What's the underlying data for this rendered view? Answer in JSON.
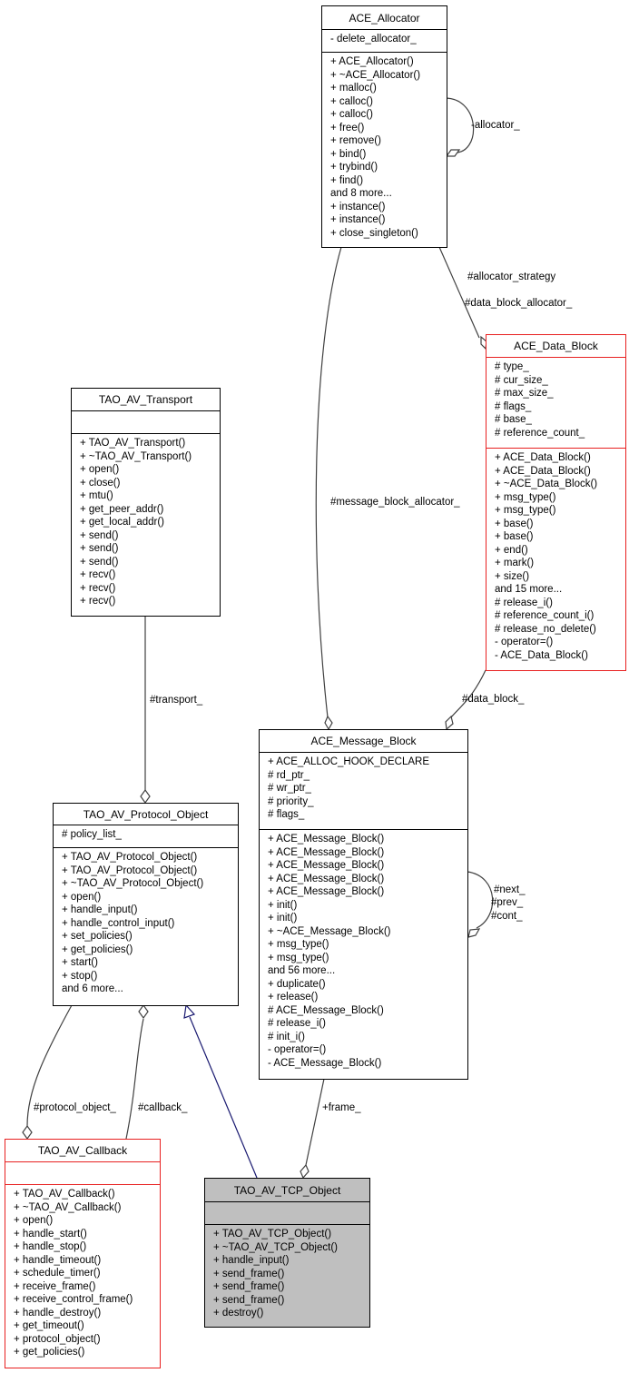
{
  "diagram": {
    "type": "collaboration-diagram",
    "classes": {
      "ace_allocator": {
        "name": "ACE_Allocator",
        "attributes": [
          "- delete_allocator_"
        ],
        "methods": [
          "+ ACE_Allocator()",
          "+ ~ACE_Allocator()",
          "+ malloc()",
          "+ calloc()",
          "+ calloc()",
          "+ free()",
          "+ remove()",
          "+ bind()",
          "+ trybind()",
          "+ find()",
          "and 8 more...",
          "+ instance()",
          "+ instance()",
          "+ close_singleton()"
        ]
      },
      "ace_data_block": {
        "name": "ACE_Data_Block",
        "attributes": [
          "# type_",
          "# cur_size_",
          "# max_size_",
          "# flags_",
          "# base_",
          "# reference_count_"
        ],
        "methods": [
          "+ ACE_Data_Block()",
          "+ ACE_Data_Block()",
          "+ ~ACE_Data_Block()",
          "+ msg_type()",
          "+ msg_type()",
          "+ base()",
          "+ base()",
          "+ end()",
          "+ mark()",
          "+ size()",
          "and 15 more...",
          "# release_i()",
          "# reference_count_i()",
          "# release_no_delete()",
          "- operator=()",
          "- ACE_Data_Block()"
        ]
      },
      "tao_av_transport": {
        "name": "TAO_AV_Transport",
        "attributes": [],
        "methods": [
          "+ TAO_AV_Transport()",
          "+ ~TAO_AV_Transport()",
          "+ open()",
          "+ close()",
          "+ mtu()",
          "+ get_peer_addr()",
          "+ get_local_addr()",
          "+ send()",
          "+ send()",
          "+ send()",
          "+ recv()",
          "+ recv()",
          "+ recv()"
        ]
      },
      "ace_message_block": {
        "name": "ACE_Message_Block",
        "attributes": [
          "+ ACE_ALLOC_HOOK_DECLARE",
          "# rd_ptr_",
          "# wr_ptr_",
          "# priority_",
          "# flags_"
        ],
        "methods": [
          "+ ACE_Message_Block()",
          "+ ACE_Message_Block()",
          "+ ACE_Message_Block()",
          "+ ACE_Message_Block()",
          "+ ACE_Message_Block()",
          "+ init()",
          "+ init()",
          "+ ~ACE_Message_Block()",
          "+ msg_type()",
          "+ msg_type()",
          "and 56 more...",
          "+ duplicate()",
          "+ release()",
          "# ACE_Message_Block()",
          "# release_i()",
          "# init_i()",
          "- operator=()",
          "- ACE_Message_Block()"
        ]
      },
      "tao_av_protocol_object": {
        "name": "TAO_AV_Protocol_Object",
        "attributes": [
          "# policy_list_"
        ],
        "methods": [
          "+ TAO_AV_Protocol_Object()",
          "+ TAO_AV_Protocol_Object()",
          "+ ~TAO_AV_Protocol_Object()",
          "+ open()",
          "+ handle_input()",
          "+ handle_control_input()",
          "+ set_policies()",
          "+ get_policies()",
          "+ start()",
          "+ stop()",
          "and 6 more..."
        ]
      },
      "tao_av_callback": {
        "name": "TAO_AV_Callback",
        "attributes": [],
        "methods": [
          "+ TAO_AV_Callback()",
          "+ ~TAO_AV_Callback()",
          "+ open()",
          "+ handle_start()",
          "+ handle_stop()",
          "+ handle_timeout()",
          "+ schedule_timer()",
          "+ receive_frame()",
          "+ receive_control_frame()",
          "+ handle_destroy()",
          "+ get_timeout()",
          "+ protocol_object()",
          "+ get_policies()"
        ]
      },
      "tao_av_tcp_object": {
        "name": "TAO_AV_TCP_Object",
        "attributes": [],
        "methods": [
          "+ TAO_AV_TCP_Object()",
          "+ ~TAO_AV_TCP_Object()",
          "+ handle_input()",
          "+ send_frame()",
          "+ send_frame()",
          "+ send_frame()",
          "+ destroy()"
        ]
      }
    },
    "edge_labels": {
      "allocator_self": "-allocator_",
      "allocator_strategy": "#allocator_strategy",
      "data_block_allocator": "#data_block_allocator_",
      "message_block_allocator": "#message_block_allocator_",
      "transport": "#transport_",
      "data_block": "#data_block_",
      "next": "#next_",
      "prev": "#prev_",
      "cont": "#cont_",
      "protocol_object": "#protocol_object_",
      "callback": "#callback_",
      "frame": "+frame_"
    },
    "colors": {
      "border_default": "#000000",
      "border_incomplete": "#e82020",
      "focus_fill": "#bfbfbf",
      "inheritance_edge": "#191970",
      "usage_edge": "#404040"
    }
  }
}
